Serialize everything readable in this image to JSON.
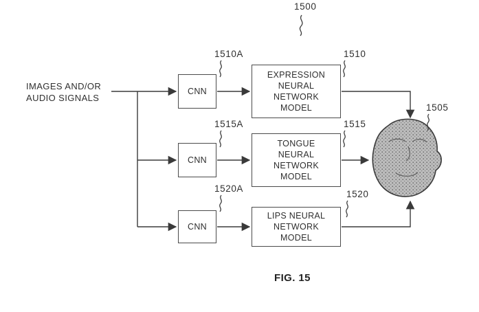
{
  "figure": {
    "top_ref": "1500",
    "caption": "FIG. 15",
    "input_label": "IMAGES AND/OR\nAUDIO SIGNALS",
    "face_ref": "1505",
    "line_color": "#3a3a3a"
  },
  "branches": [
    {
      "cnn_label": "CNN",
      "cnn_ref": "1510A",
      "model_label": "EXPRESSION\nNEURAL\nNETWORK\nMODEL",
      "model_ref": "1510"
    },
    {
      "cnn_label": "CNN",
      "cnn_ref": "1515A",
      "model_label": "TONGUE\nNEURAL\nNETWORK\nMODEL",
      "model_ref": "1515"
    },
    {
      "cnn_label": "CNN",
      "cnn_ref": "1520A",
      "model_label": "LIPS NEURAL\nNETWORK\nMODEL",
      "model_ref": "1520"
    }
  ]
}
